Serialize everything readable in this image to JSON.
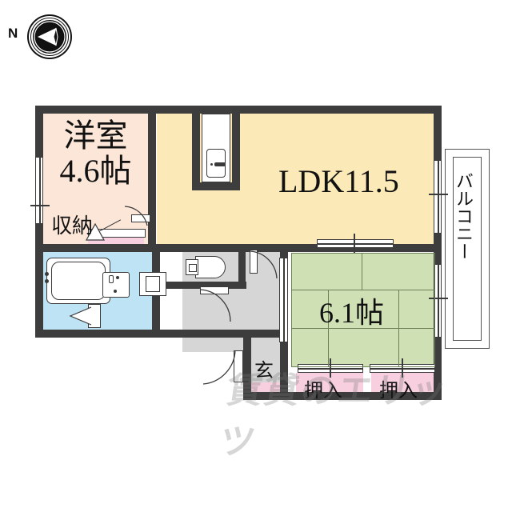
{
  "document": {
    "type": "floor-plan",
    "layout_name": "2LDK apartment floor plan",
    "watermark": "賃貸のエリッツ"
  },
  "compass": {
    "label": "N",
    "icon": "compass-north-icon",
    "direction": "left"
  },
  "rooms": [
    {
      "id": "western-room",
      "name_jp": "洋室",
      "size": "4.6帖",
      "fill": "#fce6d8"
    },
    {
      "id": "ldk",
      "name_jp": "LDK11.5",
      "size": "11.5",
      "fill": "#fce9b8"
    },
    {
      "id": "japanese-room",
      "name_jp": "6.1帖",
      "size": "6.1帖",
      "fill": "#cfe0b4"
    },
    {
      "id": "bathroom",
      "name_jp": "",
      "size": "",
      "fill": "#bde3f5"
    },
    {
      "id": "hallway",
      "name_jp": "",
      "size": "",
      "fill": "#d6d6d6"
    }
  ],
  "labels": {
    "western_room_name": "洋室",
    "western_room_size": "4.6帖",
    "western_closet": "収納",
    "ldk": "LDK11.5",
    "tatami_size": "6.1帖",
    "closet_left": "押入",
    "closet_right": "押入",
    "entrance": "玄",
    "balcony": "バルコニー"
  },
  "colors": {
    "wall": "#3d3d3d",
    "ldk_fill": "#fce9b8",
    "western_fill": "#fce6d8",
    "tatami_fill": "#cfe0b4",
    "bath_fill": "#bde3f5",
    "closet_fill": "#f7cfdf",
    "hall_fill": "#d6d6d6",
    "line": "#3a3a3a"
  },
  "fixtures": [
    {
      "name": "refrigerator",
      "room": "ldk"
    },
    {
      "name": "bathtub",
      "room": "bathroom"
    },
    {
      "name": "washbasin",
      "room": "bathroom"
    },
    {
      "name": "washing-machine-pan",
      "room": "bathroom"
    },
    {
      "name": "toilet",
      "room": "toilet"
    },
    {
      "name": "entrance-door",
      "room": "entrance"
    },
    {
      "name": "balcony-sliding-door",
      "room": "ldk"
    },
    {
      "name": "balcony-sliding-door",
      "room": "japanese-room"
    }
  ]
}
